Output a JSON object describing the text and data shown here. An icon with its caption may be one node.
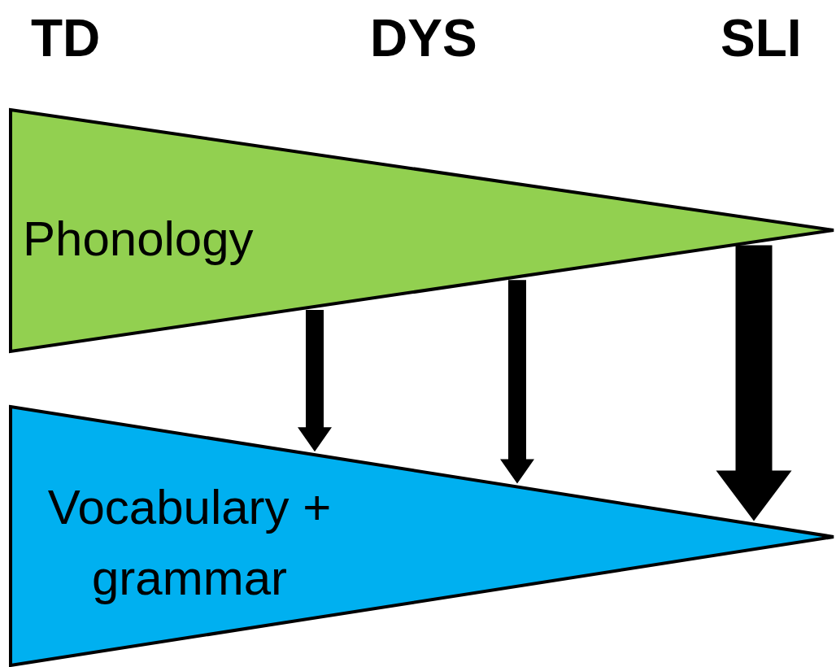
{
  "diagram": {
    "nodes": [
      {
        "text": [
          "Phonology"
        ]
      },
      {
        "text": [
          "Vocabulary + grammar"
        ]
      }
    ],
    "edges": [
      {
        "from": 0,
        "to": 1,
        "arrow": "to"
      },
      {
        "from": 0,
        "to": 1,
        "arrow": "to"
      },
      {
        "from": 0,
        "to": 1,
        "arrow": "to",
        "style": "thick"
      }
    ],
    "labels": [
      "TD",
      "DYS",
      "SLI"
    ]
  }
}
